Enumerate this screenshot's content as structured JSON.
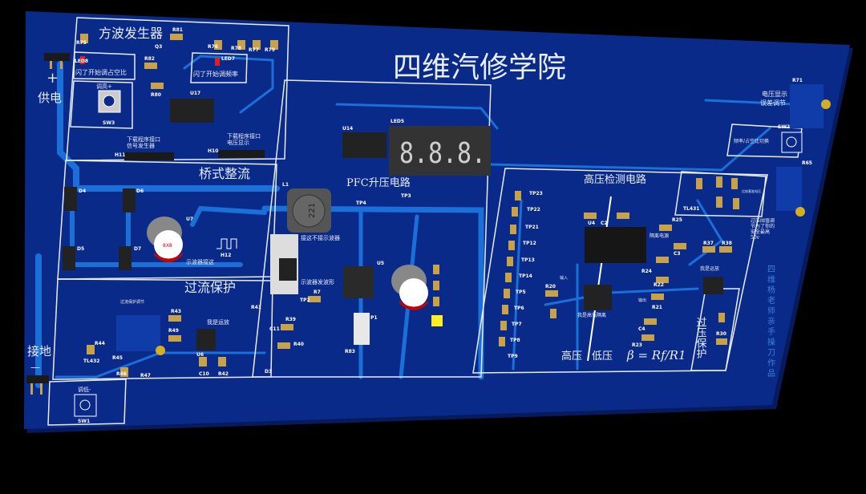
{
  "board": {
    "colors": {
      "substrate": "#0a2a8a",
      "trace": "#1a6fd8",
      "silkscreen": "#e8ecf5",
      "background": "#000000",
      "pad": "#c8a24a"
    },
    "title": "四维汽修学院",
    "credit": "四维杨老师亲手操刀作品"
  },
  "sections": {
    "square_wave": "方波发生器",
    "rectifier": "桥式整流",
    "overcurrent": "过流保护",
    "pfc": "PFC升压电路",
    "hv_detect": "高压检测电路",
    "overvoltage": "过压保护",
    "formula": "β = Rf/R1",
    "high_voltage": "高压",
    "low_voltage": "低压"
  },
  "labels": {
    "power_plus": "+",
    "power": "供电",
    "ground": "接地",
    "ground_minus": "—",
    "led_duty": "闪了开始调占空比",
    "led_freq": "闪了开始调频率",
    "btn_up": "调高+",
    "btn_down": "调低-",
    "prog_signal_1": "下载程序接口",
    "prog_signal_2": "信号发生器",
    "prog_volt_1": "下载程序接口",
    "prog_volt_2": "电压显示",
    "scope_here": "示波器接这",
    "scope_no": "接这不接示波器",
    "scope_wave": "示波器发波形",
    "volt_err_1": "电压显示",
    "volt_err_2": "误差调节",
    "freq_duty": "频率/占空比切换",
    "opamp": "我是运放",
    "opamp2": "我是运放",
    "isolation": "我是高低隔离",
    "iso_power": "隔离电源",
    "input": "输入",
    "output": "输出",
    "ov_adjust": "过压阈值调节为了你的安全最高50v",
    "oc_adjust": "过流保护调节",
    "compare": "比较基准电压",
    "seven_seg": "8.8.8.",
    "inductor": "221",
    "cap_mark": "8X8"
  },
  "refdes": [
    "R75",
    "LED8",
    "R81",
    "Q3",
    "R82",
    "R76",
    "R78",
    "R77",
    "R79",
    "LED7",
    "SW3",
    "R80",
    "U17",
    "H11",
    "H10",
    "U14",
    "LED5",
    "D4",
    "D6",
    "D5",
    "D7",
    "U7",
    "H12",
    "L1",
    "TP4",
    "TP3",
    "U5",
    "TP2",
    "R7",
    "R39",
    "R40",
    "C11",
    "D3",
    "P1",
    "R83",
    "R43",
    "R49",
    "R41",
    "U6",
    "R44",
    "TL432",
    "R45",
    "R46",
    "R47",
    "C10",
    "R42",
    "SW1",
    "R71",
    "SW2",
    "R65",
    "TL431",
    "R37",
    "R38",
    "TP23",
    "TP22",
    "TP21",
    "TP12",
    "TP13",
    "TP14",
    "TP5",
    "TP6",
    "TP7",
    "TP8",
    "TP9",
    "R20",
    "U4",
    "C2",
    "C3",
    "C4",
    "R25",
    "R24",
    "R22",
    "R21",
    "R23",
    "R30"
  ]
}
